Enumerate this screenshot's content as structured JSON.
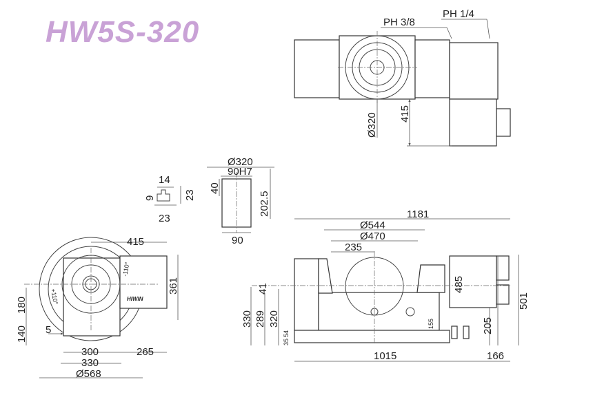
{
  "title": "HW5S-320",
  "top_view": {
    "ports": [
      "PH 3/8",
      "PH 1/4"
    ],
    "dims": [
      "Ø320",
      "415"
    ]
  },
  "tslot": {
    "dims": [
      "14",
      "9",
      "23",
      "23"
    ]
  },
  "bore": {
    "dims": [
      "Ø320",
      "90H7",
      "40",
      "202.5",
      "90"
    ]
  },
  "front_view": {
    "dims": [
      "415",
      "361",
      "180",
      "140",
      "5",
      "300",
      "330",
      "265",
      "Ø568"
    ],
    "angles": [
      "+110°",
      "-110°"
    ],
    "logo": "HIWIN"
  },
  "side_view": {
    "dims": [
      "1181",
      "Ø544",
      "Ø470",
      "235",
      "41",
      "330",
      "289",
      "320",
      "35",
      "54",
      "155",
      "485",
      "501",
      "205",
      "1015",
      "166"
    ]
  }
}
